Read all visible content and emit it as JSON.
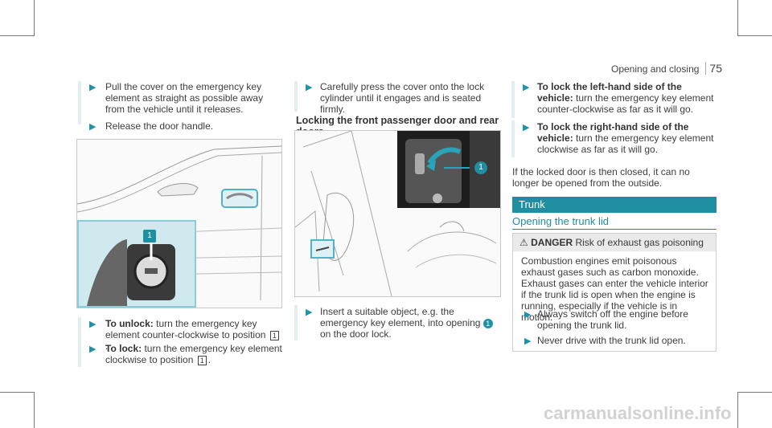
{
  "header": {
    "section": "Opening and closing",
    "page": "75"
  },
  "col1": {
    "step1": "Pull the cover on the emergency key element as straight as possible away from the vehicle until it releases.",
    "step2": "Release the door handle.",
    "unlock_label": "To unlock:",
    "unlock_text": "turn the emergency key element counter-clockwise to position",
    "lock_label": "To lock:",
    "lock_text": "turn the emergency key element clockwise to position",
    "position": "1",
    "callout": "1"
  },
  "col2": {
    "step1": "Carefully press the cover onto the lock cylinder until it engages and is seated firmly.",
    "heading": "Locking the front passenger door and rear doors",
    "step2_a": "Insert a suitable object, e.g. the emergency key element, into opening",
    "step2_b": "on the door lock.",
    "callout": "1"
  },
  "col3": {
    "left_label": "To lock the left-hand side of the vehicle:",
    "left_text": "turn the emergency key element counter-clockwise as far as it will go.",
    "right_label": "To lock the right-hand side of the vehicle:",
    "right_text": "turn the emergency key element clockwise as far as it will go.",
    "note": "If the locked door is then closed, it can no longer be opened from the outside.",
    "section": "Trunk",
    "subsection": "Opening the trunk lid",
    "danger_label": "DANGER",
    "danger_title": "Risk of exhaust gas poisoning",
    "danger_text": "Combustion engines emit poisonous exhaust gases such as carbon monoxide. Exhaust gases can enter the vehicle interior if the trunk lid is open when the engine is running, especially if the vehicle is in motion.",
    "bullet1": "Always switch off the engine before opening the trunk lid.",
    "bullet2": "Never drive with the trunk lid open."
  },
  "watermark": "carmanualsonline.info",
  "colors": {
    "accent": "#1f8ea0",
    "bar": "#e3eef0"
  }
}
